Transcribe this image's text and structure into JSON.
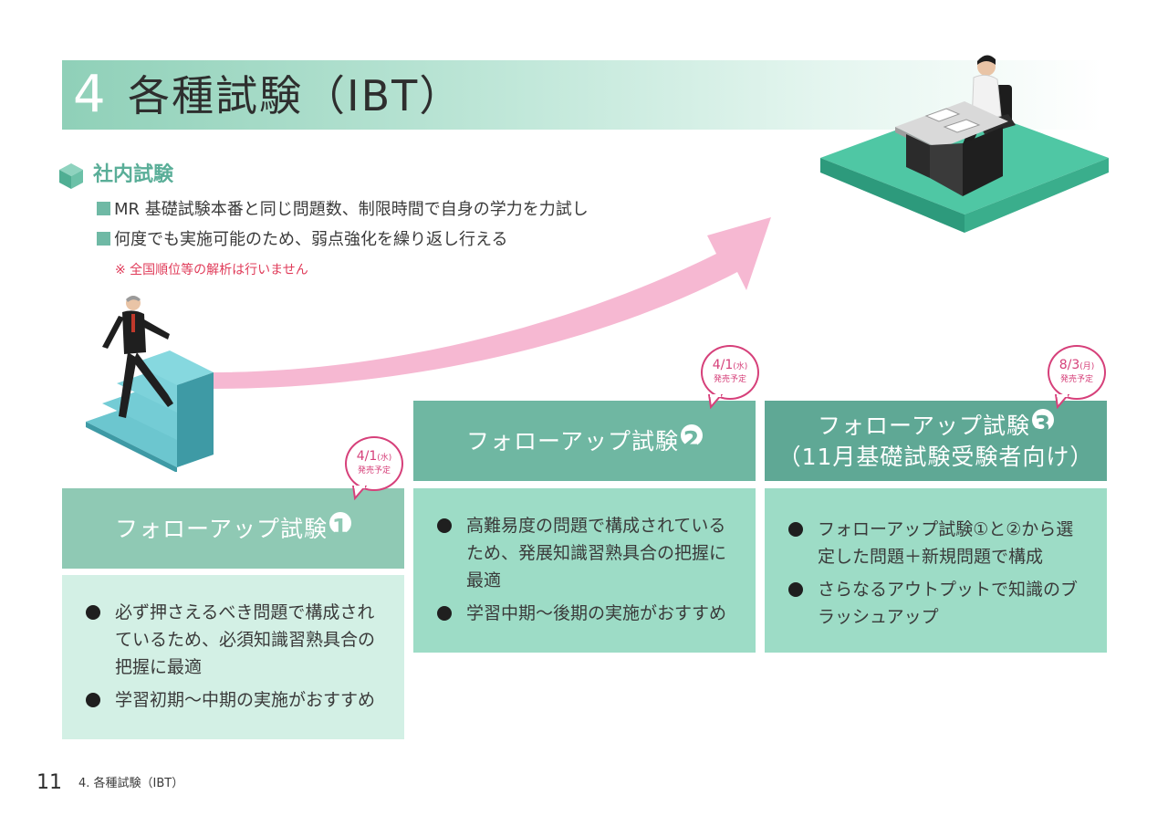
{
  "title": {
    "number": "4",
    "text": "各種試験（IBT）"
  },
  "section": {
    "heading": "社内試験",
    "bullets": [
      "MR 基礎試験本番と同じ問題数、制限時間で自身の学力を力試し",
      "何度でも実施可能のため、弱点強化を繰り返し行える"
    ],
    "note": "※ 全国順位等の解析は行いません"
  },
  "cards": [
    {
      "title": "フォローアップ試験",
      "num": "1",
      "date": "4/1",
      "weekday": "(水)",
      "date_label": "発売予定",
      "items": [
        "必ず押さえるべき問題で構成されているため、必須知識習熟具合の把握に最適",
        "学習初期〜中期の実施がおすすめ"
      ]
    },
    {
      "title": "フォローアップ試験",
      "num": "2",
      "date": "4/1",
      "weekday": "(水)",
      "date_label": "発売予定",
      "items": [
        "高難易度の問題で構成されているため、発展知識習熟具合の把握に最適",
        "学習中期〜後期の実施がおすすめ"
      ]
    },
    {
      "title": "フォローアップ試験",
      "num": "3",
      "subtitle": "（11月基礎試験受験者向け）",
      "date": "8/3",
      "weekday": "(月)",
      "date_label": "発売予定",
      "items": [
        "フォローアップ試験①と②から選定した問題＋新規問題で構成",
        "さらなるアウトプットで知識のブラッシュアップ"
      ]
    }
  ],
  "footer": {
    "page": "11",
    "label": "4. 各種試験（IBT）"
  },
  "colors": {
    "teal": "#6fb9a5",
    "card_head_1": "#8fc9b4",
    "card_head_2": "#6fb7a2",
    "card_head_3": "#5fa895",
    "arrow_pink": "#f6b8d2",
    "bubble": "#d6407a"
  }
}
